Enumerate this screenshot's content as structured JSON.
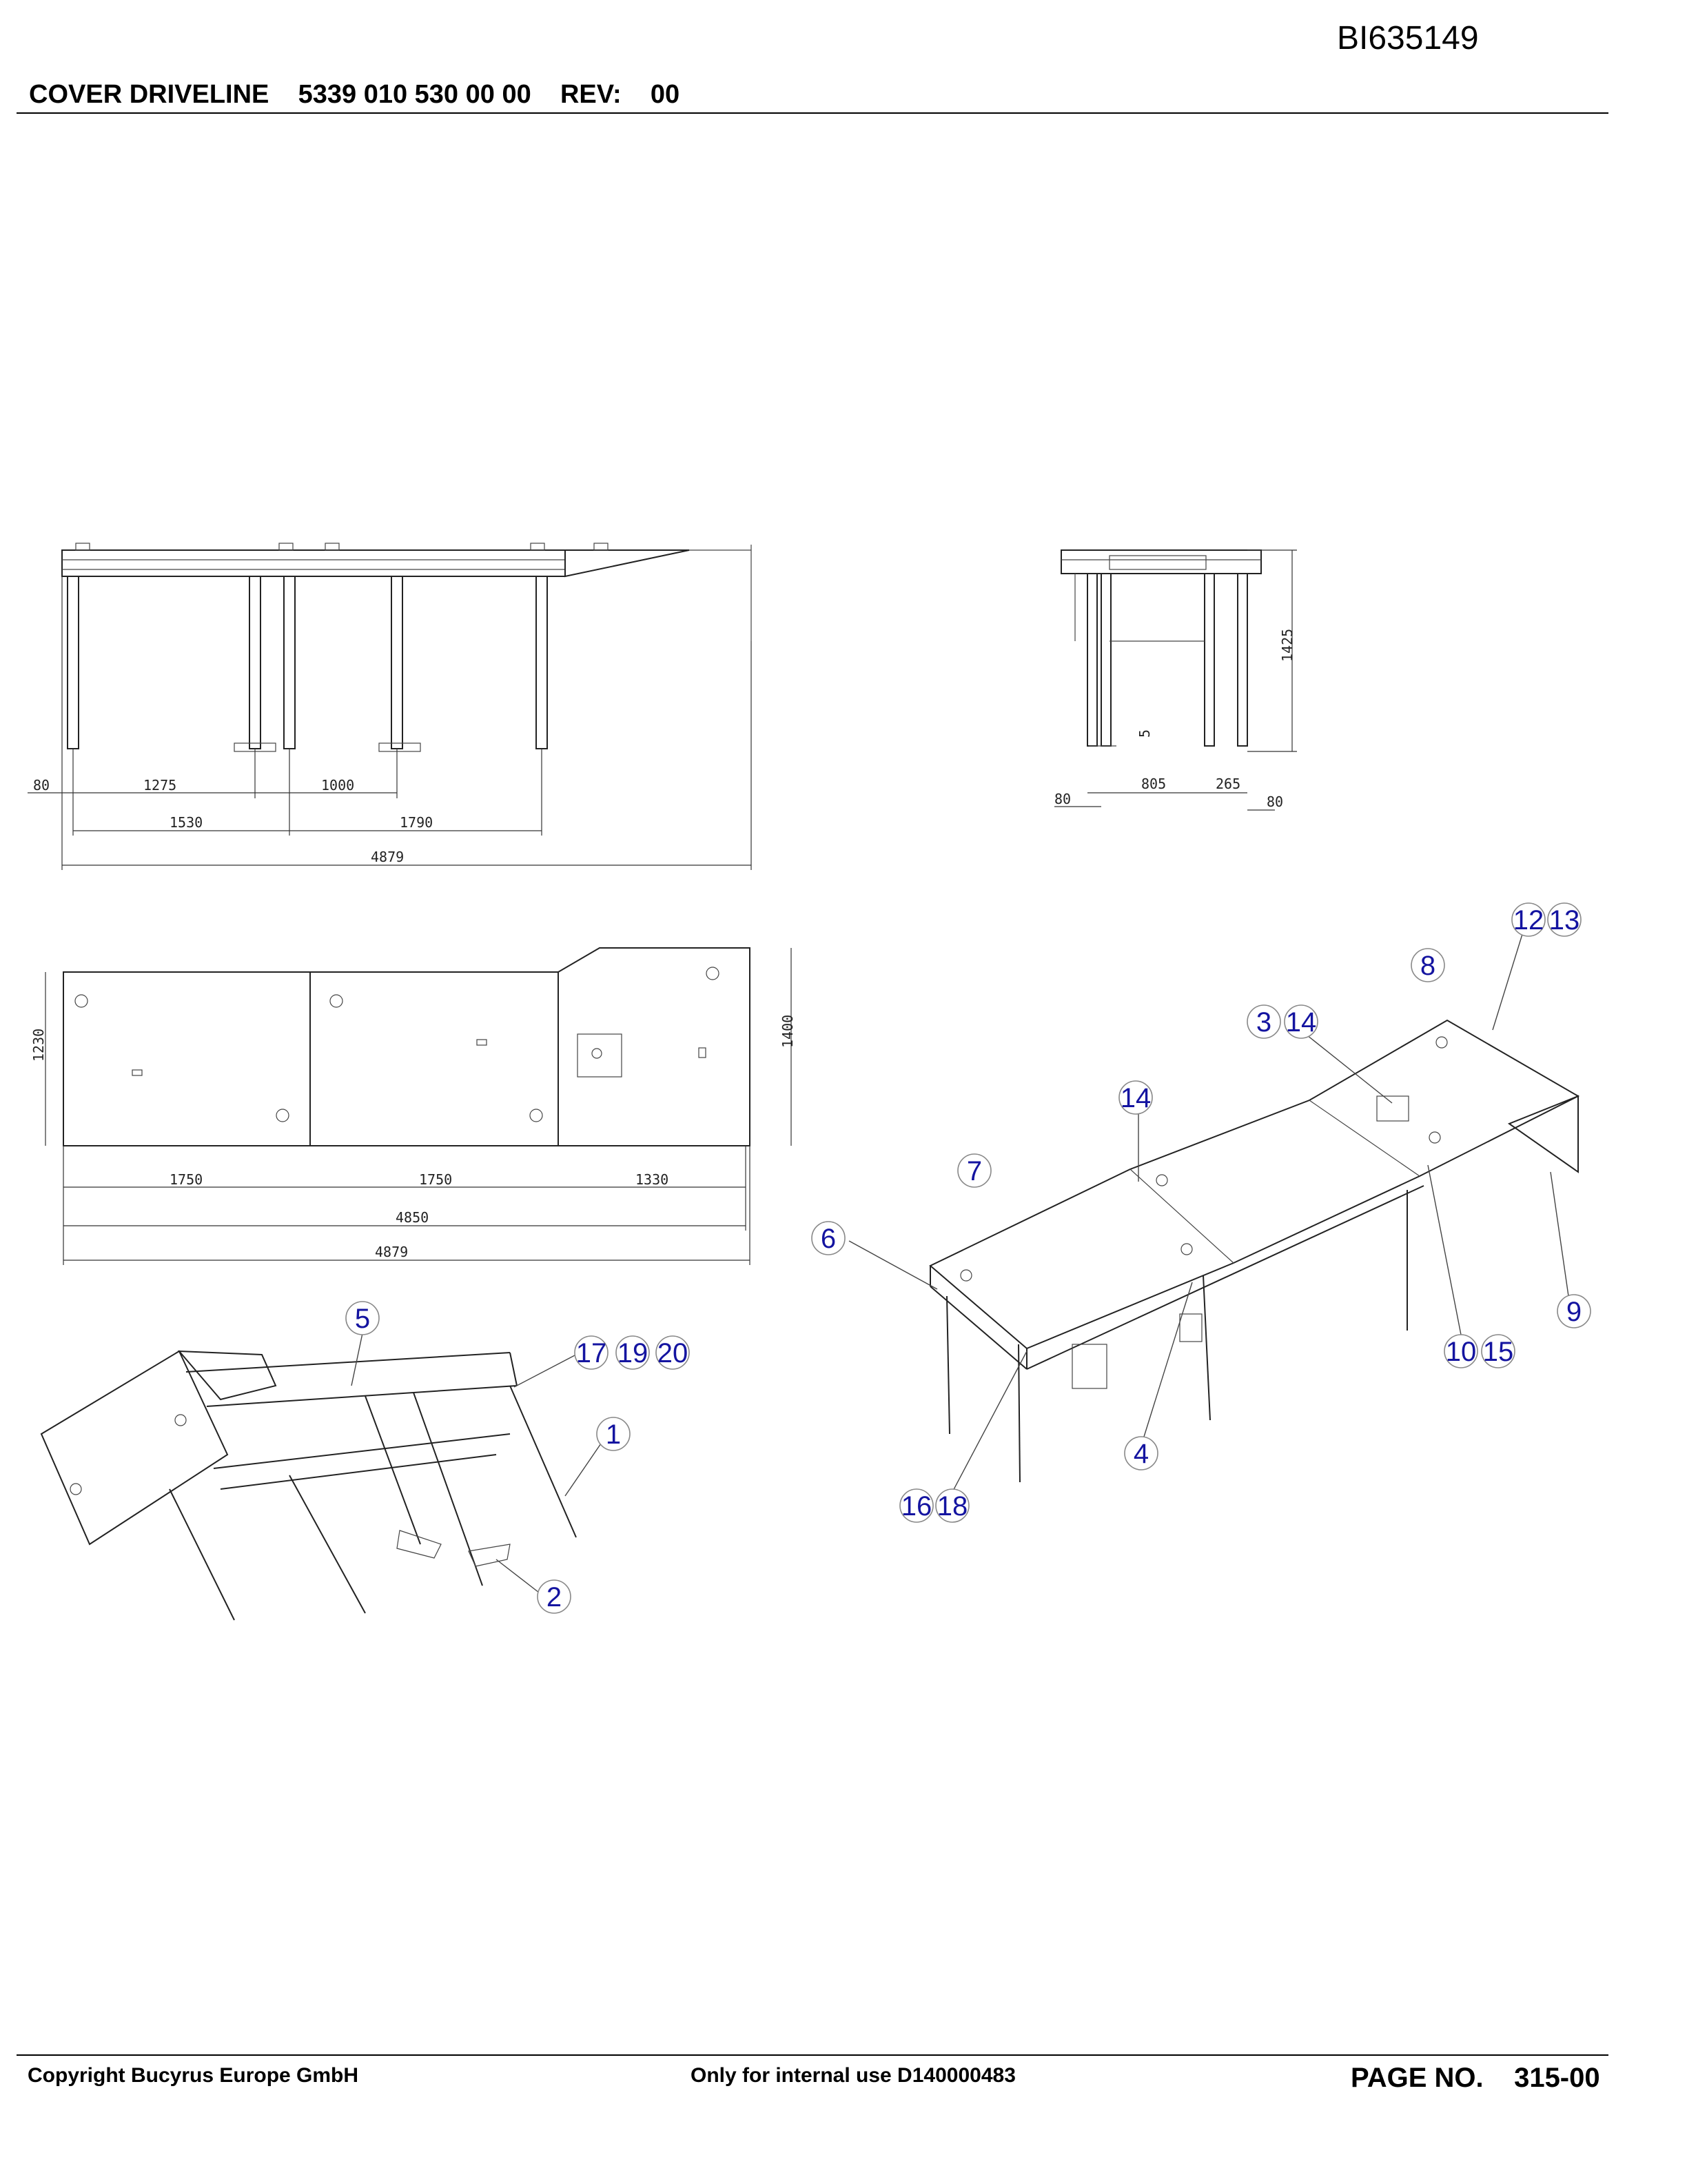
{
  "header": {
    "doc_id": "BI635149",
    "title": "COVER DRIVELINE    5339 010 530 00 00    REV:    00"
  },
  "footer": {
    "copyright": "Copyright Bucyrus Europe GmbH",
    "internal": "Only for internal use D140000483",
    "page": "PAGE NO.    315-00"
  },
  "dimensions": {
    "front_view": [
      "80",
      "1275",
      "1000",
      "1530",
      "1790",
      "4879"
    ],
    "side_view": [
      "1425",
      "5",
      "80",
      "805",
      "265",
      "80"
    ],
    "top_view": [
      "1230",
      "1400",
      "1750",
      "1750",
      "1330",
      "4850",
      "4879"
    ]
  },
  "callouts": [
    "12",
    "13",
    "8",
    "3",
    "14",
    "14",
    "7",
    "6",
    "9",
    "10",
    "15",
    "4",
    "16",
    "18",
    "5",
    "17",
    "19",
    "20",
    "1",
    "2"
  ]
}
